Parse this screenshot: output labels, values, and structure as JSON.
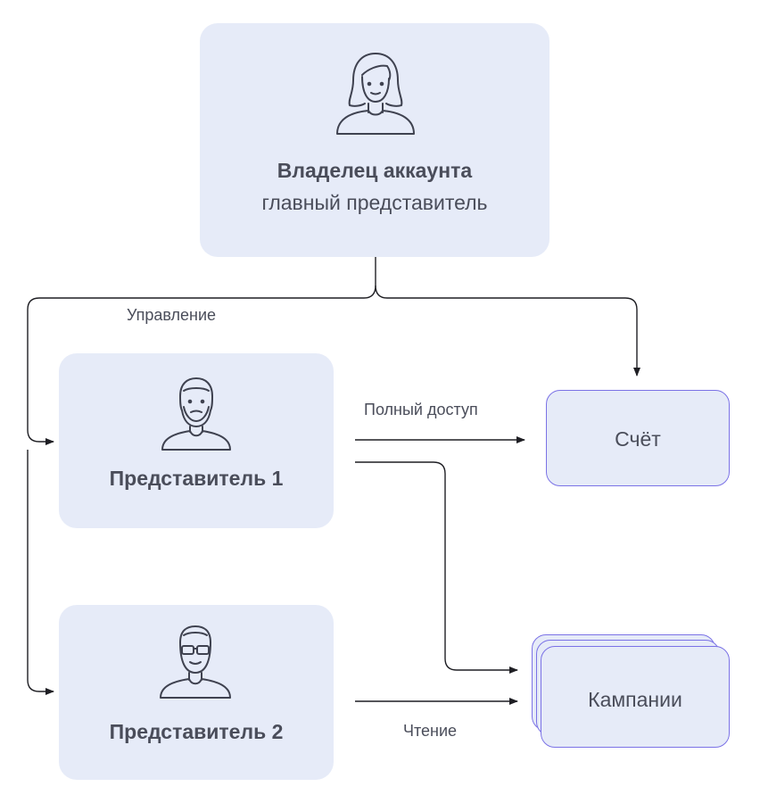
{
  "owner": {
    "title": "Владелец аккаунта",
    "subtitle": "главный представитель",
    "avatar_icon": "woman-avatar-icon"
  },
  "representatives": [
    {
      "name": "Представитель 1",
      "avatar_icon": "bearded-man-avatar-icon"
    },
    {
      "name": "Представитель 2",
      "avatar_icon": "man-with-glasses-avatar-icon"
    }
  ],
  "targets": {
    "account": "Счёт",
    "campaigns": "Кампании"
  },
  "edges": {
    "management": "Управление",
    "full_access": "Полный доступ",
    "read": "Чтение"
  },
  "colors": {
    "box_fill": "#e6ebf8",
    "target_border": "#7b72e6",
    "line": "#1f1f24",
    "text": "#4a4d5a"
  }
}
